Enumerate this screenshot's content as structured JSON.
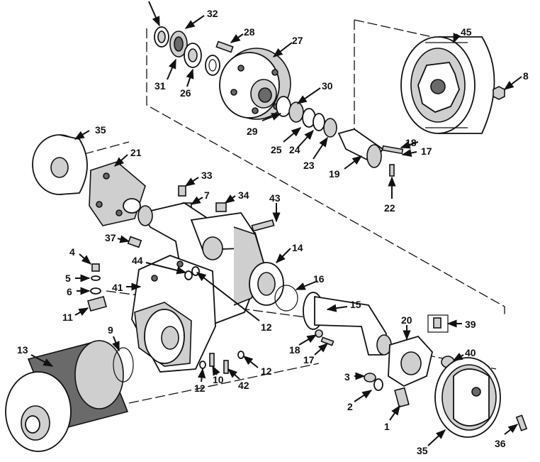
{
  "diagram": {
    "callouts": [
      {
        "id": "c1",
        "label": "1"
      },
      {
        "id": "c2",
        "label": "2"
      },
      {
        "id": "c3",
        "label": "3"
      },
      {
        "id": "c4",
        "label": "4"
      },
      {
        "id": "c5",
        "label": "5"
      },
      {
        "id": "c6",
        "label": "6"
      },
      {
        "id": "c7",
        "label": "7"
      },
      {
        "id": "c8",
        "label": "8"
      },
      {
        "id": "c9",
        "label": "9"
      },
      {
        "id": "c10",
        "label": "10"
      },
      {
        "id": "c11",
        "label": "11"
      },
      {
        "id": "c12a",
        "label": "12"
      },
      {
        "id": "c12b",
        "label": "12"
      },
      {
        "id": "c12c",
        "label": "12"
      },
      {
        "id": "c13",
        "label": "13"
      },
      {
        "id": "c14",
        "label": "14"
      },
      {
        "id": "c15",
        "label": "15"
      },
      {
        "id": "c16",
        "label": "16"
      },
      {
        "id": "c17a",
        "label": "17"
      },
      {
        "id": "c17b",
        "label": "17"
      },
      {
        "id": "c18a",
        "label": "18"
      },
      {
        "id": "c18b",
        "label": "18"
      },
      {
        "id": "c19",
        "label": "19"
      },
      {
        "id": "c20",
        "label": "20"
      },
      {
        "id": "c21",
        "label": "21"
      },
      {
        "id": "c22",
        "label": "22"
      },
      {
        "id": "c23",
        "label": "23"
      },
      {
        "id": "c24",
        "label": "24"
      },
      {
        "id": "c25",
        "label": "25"
      },
      {
        "id": "c26",
        "label": "26"
      },
      {
        "id": "c27",
        "label": "27"
      },
      {
        "id": "c28",
        "label": "28"
      },
      {
        "id": "c29",
        "label": "29"
      },
      {
        "id": "c30",
        "label": "30"
      },
      {
        "id": "c31",
        "label": "31"
      },
      {
        "id": "c32",
        "label": "32"
      },
      {
        "id": "c33",
        "label": "33"
      },
      {
        "id": "c34",
        "label": "34"
      },
      {
        "id": "c35a",
        "label": "35"
      },
      {
        "id": "c35b",
        "label": "35"
      },
      {
        "id": "c36",
        "label": "36"
      },
      {
        "id": "c37",
        "label": "37"
      },
      {
        "id": "c39",
        "label": "39"
      },
      {
        "id": "c40",
        "label": "40"
      },
      {
        "id": "c41",
        "label": "41"
      },
      {
        "id": "c42",
        "label": "42"
      },
      {
        "id": "c43",
        "label": "43"
      },
      {
        "id": "c44",
        "label": "44"
      },
      {
        "id": "c45",
        "label": "45"
      }
    ]
  }
}
